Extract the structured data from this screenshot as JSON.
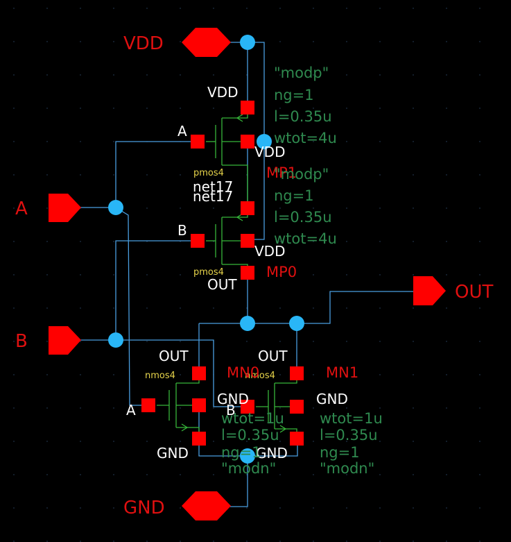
{
  "colors": {
    "background": "#000000",
    "wire": "#4a9ee0",
    "dot": "#29b6f6",
    "pin": "#ff0000",
    "terminal": "#ff0000",
    "device_body": "#37b63a",
    "param_text": "#2f8a4f",
    "cell_text": "#e6d34a",
    "pin_label": "#e01010",
    "terminal_label": "#ffffff"
  },
  "pins": {
    "vdd": "VDD",
    "gnd": "GND",
    "a": "A",
    "b": "B",
    "out": "OUT"
  },
  "devices": {
    "mp1": {
      "name": "MP1",
      "cell": "pmos4",
      "terminals": {
        "gate": "A",
        "source": "VDD",
        "bulk": "VDD",
        "drain": "net17"
      },
      "params": [
        "\"modp\"",
        "ng=1",
        "l=0.35u",
        "wtot=4u"
      ]
    },
    "mp0": {
      "name": "MP0",
      "cell": "pmos4",
      "terminals": {
        "gate": "B",
        "source": "net17",
        "bulk": "VDD",
        "drain": "OUT"
      },
      "params": [
        "\"modp\"",
        "ng=1",
        "l=0.35u",
        "wtot=4u"
      ]
    },
    "mn0": {
      "name": "MN0",
      "cell": "nmos4",
      "terminals": {
        "gate": "A",
        "drain": "OUT",
        "bulk": "GND",
        "source": "GND"
      },
      "params": [
        "wtot=1u",
        "l=0.35u",
        "ng=1",
        "\"modn\""
      ]
    },
    "mn1": {
      "name": "MN1",
      "cell": "nmos4",
      "terminals": {
        "gate": "B",
        "drain": "OUT",
        "bulk": "GND",
        "source": "GND"
      },
      "params": [
        "wtot=1u",
        "l=0.35u",
        "ng=1",
        "\"modn\""
      ]
    }
  }
}
